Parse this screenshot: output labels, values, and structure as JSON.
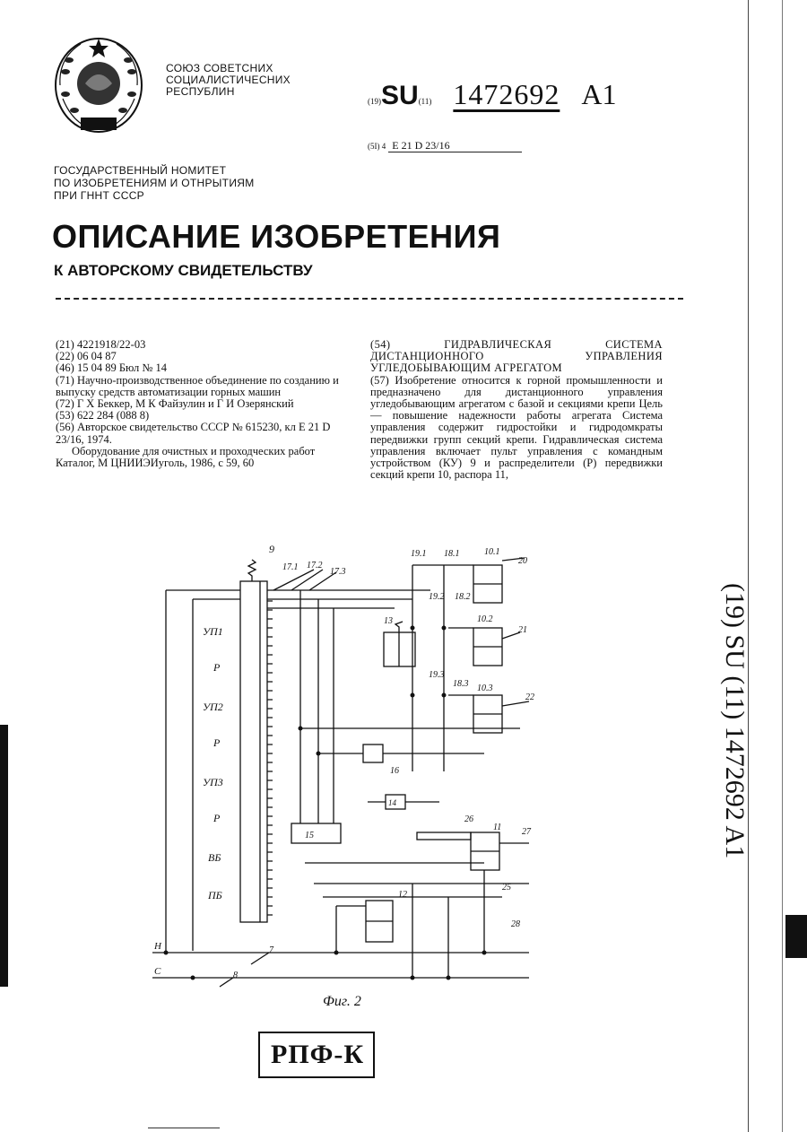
{
  "header": {
    "country_lines": [
      "СОЮЗ СОВЕТСНИХ",
      "СОЦИАЛИСТИЧЕСНИХ",
      "РЕСПУБЛИН"
    ],
    "committee_lines": [
      "ГОСУДАРСТВЕННЫЙ НОМИТЕТ",
      "ПО ИЗОБРЕТЕНИЯМ И ОТНРЫТИЯМ",
      "ПРИ ГННТ СССР"
    ],
    "code_19": "(19)",
    "su": "SU",
    "code_11": "(11)",
    "patent_number": "1472692",
    "kind": "A1",
    "code_51": "(5I) 4",
    "ipc": "E 21 D 23/16"
  },
  "title": "ОПИСАНИЕ ИЗОБРЕТЕНИЯ",
  "subtitle": "К АВТОРСКОМУ СВИДЕТЕЛЬСТВУ",
  "left_column": [
    "(21) 4221918/22-03",
    "(22) 06 04 87",
    "(46) 15 04 89  Бюл  № 14",
    "(71) Научно-производственное объединение по созданию и выпуску средств автоматизации горных машин",
    "(72) Г  Х  Беккер, М  К  Файзулин и Г  И  Озерянский",
    "(53) 622 284 (088 8)",
    "(56) Авторское свидетельство СССР № 615230, кл  E 21 D 23/16, 1974.",
    "Оборудование для очистных и проходческих работ  Каталог, М   ЦНИИЭИуголь, 1986, с  59, 60"
  ],
  "right_column": {
    "title_54": "(54) ГИДРАВЛИЧЕСКАЯ СИСТЕМА ДИСТАНЦИОННОГО УПРАВЛЕНИЯ УГЛЕДОБЫВАЮЩИМ АГРЕГАТОМ",
    "abstract_57": "(57) Изобретение относится к горной промышленности и предназначено для дистанционного управления угледобывающим агрегатом с базой и секциями крепи  Цель — повышение надежности работы агрегата  Система управления содержит гидростойки и гидродомкраты передвижки групп секций крепи. Гидравлическая система управления включает пульт управления с командным устройством (КУ) 9 и распределители (Р) передвижки секций крепи 10, распора 11,"
  },
  "diagram": {
    "panel_labels": [
      "УП1",
      "Р",
      "УП2",
      "Р",
      "УП3",
      "Р",
      "ВБ",
      "ПБ"
    ],
    "numbers": {
      "n9": "9",
      "n17_1": "17.1",
      "n17_2": "17.2",
      "n17_3": "17.3",
      "n19_1": "19.1",
      "n18_1": "18.1",
      "n10_1": "10.1",
      "n20": "20",
      "n19_2": "19.2",
      "n18_2": "18.2",
      "n10_2": "10.2",
      "n21": "21",
      "n13": "13",
      "n19_3": "19.3",
      "n18_3": "18.3",
      "n10_3": "10.3",
      "n22": "22",
      "n16": "16",
      "n14": "14",
      "n15": "15",
      "n26": "26",
      "n11": "11",
      "n27": "27",
      "n25": "25",
      "n12": "12",
      "n28": "28",
      "n7": "7",
      "n8": "8"
    },
    "line_H": "Н",
    "line_C": "С"
  },
  "figure_caption": "Фиг. 2",
  "stamp_text": "РПФ-К",
  "side_code": "(19) SU (11) 1472692 A1"
}
